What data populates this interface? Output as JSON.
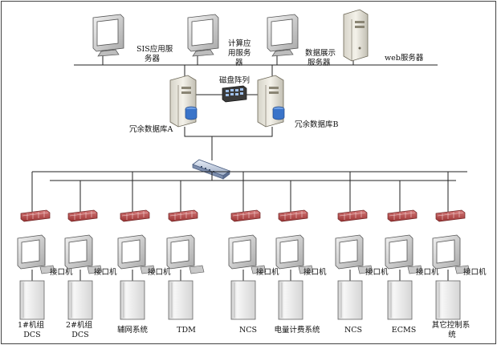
{
  "servers": [
    {
      "id": "sis",
      "lines": [
        "SIS应用服",
        "务器"
      ]
    },
    {
      "id": "calc",
      "lines": [
        "计算应",
        "用服务",
        "器"
      ]
    },
    {
      "id": "display",
      "lines": [
        "数据展示",
        "服务器"
      ]
    },
    {
      "id": "web",
      "lines": [
        "web服务器"
      ]
    }
  ],
  "disk_array": {
    "label": "磁盘阵列"
  },
  "db_a": {
    "label": "冗余数据库A"
  },
  "db_b": {
    "label": "冗余数据库B"
  },
  "interface_label": "接口机",
  "systems": [
    {
      "lines": [
        "1#机组",
        "DCS"
      ]
    },
    {
      "lines": [
        "2#机组",
        "DCS"
      ]
    },
    {
      "lines": [
        "辅网系统"
      ]
    },
    {
      "lines": [
        "TDM"
      ]
    },
    {
      "lines": [
        "NCS"
      ]
    },
    {
      "lines": [
        "电量计费系统"
      ]
    },
    {
      "lines": [
        "NCS"
      ]
    },
    {
      "lines": [
        "ECMS"
      ]
    },
    {
      "lines": [
        "其它控制系",
        "统"
      ]
    }
  ],
  "colors": {
    "firewall": "#b04848",
    "monitor_body": "#d9d9d9",
    "screen": "#ffffff",
    "cabinet": "#ececec",
    "db_disk": "#3a74c9"
  }
}
